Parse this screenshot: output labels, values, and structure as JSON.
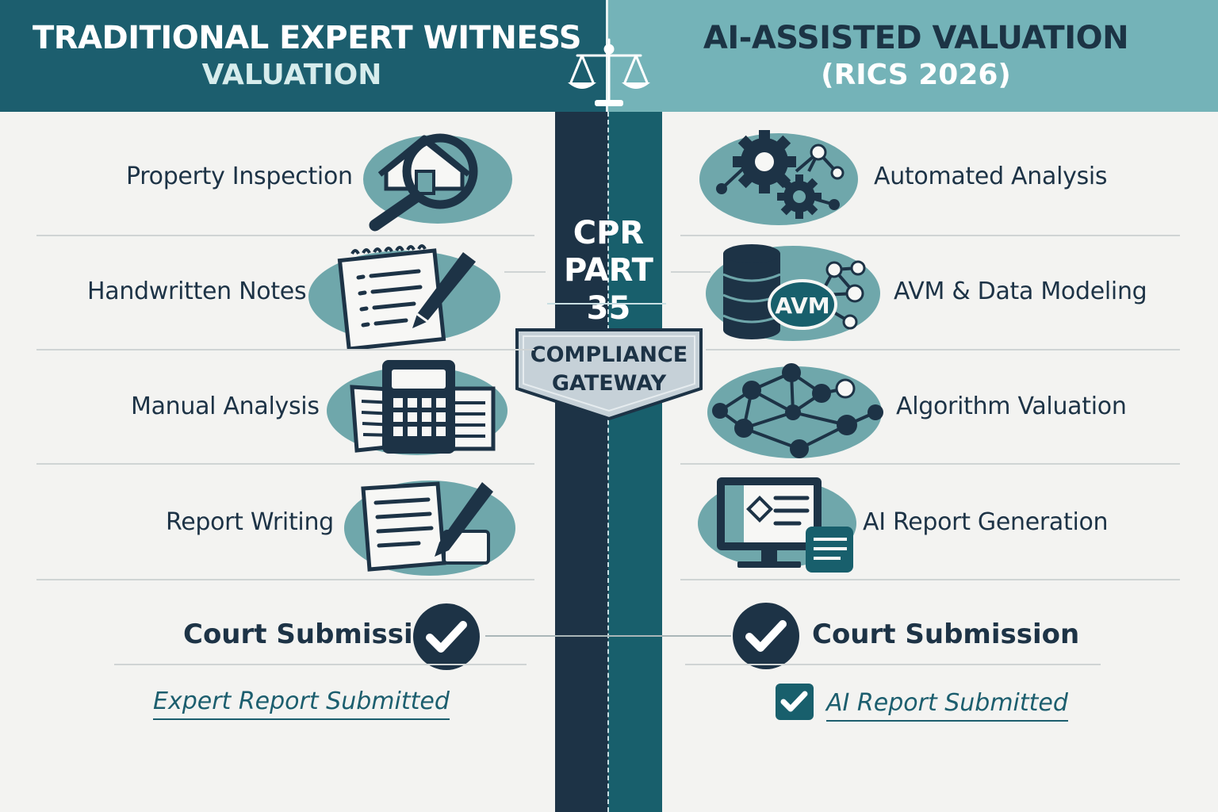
{
  "header": {
    "left_title_line1": "TRADITIONAL EXPERT WITNESS",
    "left_title_line2": "VALUATION",
    "right_title_line1": "AI-ASSISTED VALUATION",
    "right_title_line2": "(RICS 2026)"
  },
  "center": {
    "cpr_line1": "CPR",
    "cpr_line2": "PART",
    "cpr_line3": "35",
    "gateway_line1": "COMPLIANCE",
    "gateway_line2": "GATEWAY"
  },
  "traditional": {
    "steps": [
      {
        "label": "Property Inspection",
        "icon": "house-magnifier-icon"
      },
      {
        "label": "Handwritten Notes",
        "icon": "notepad-pen-icon"
      },
      {
        "label": "Manual Analysis",
        "icon": "calculator-documents-icon"
      },
      {
        "label": "Report Writing",
        "icon": "report-pen-icon"
      }
    ],
    "court_label": "Court Submission",
    "submitted_label": "Expert Report Submitted"
  },
  "ai": {
    "steps": [
      {
        "label": "Automated Analysis",
        "icon": "gears-network-icon"
      },
      {
        "label": "AVM & Data Modeling",
        "icon": "database-avm-icon",
        "badge": "AVM"
      },
      {
        "label": "Algorithm Valuation",
        "icon": "neural-network-icon"
      },
      {
        "label": "AI Report Generation",
        "icon": "computer-report-icon"
      }
    ],
    "court_label": "Court Submission",
    "submitted_label": "AI Report Submitted"
  },
  "colors": {
    "navy": "#1d3346",
    "teal_dark": "#1c5e6e",
    "teal_light": "#74b3b8",
    "oval": "#6fa7ab",
    "background": "#f3f3f1"
  }
}
